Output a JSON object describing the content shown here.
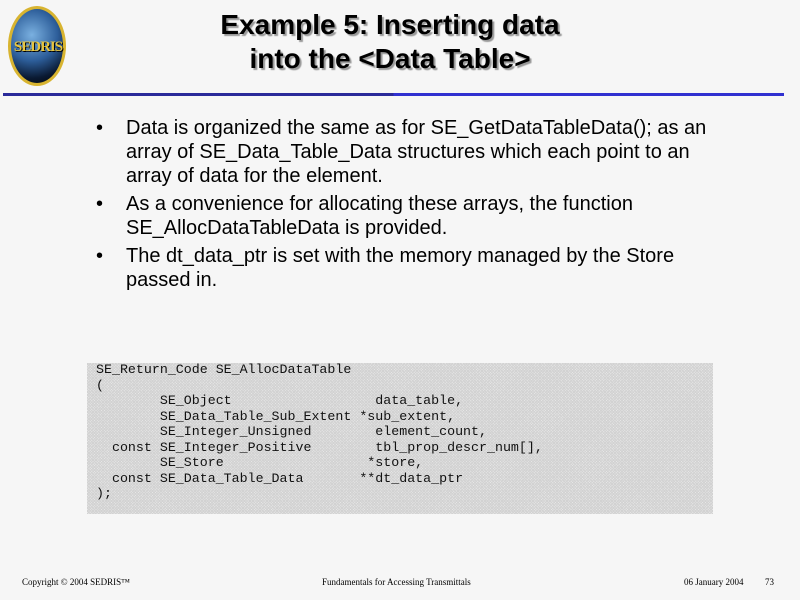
{
  "logo": {
    "text": "SEDRIS"
  },
  "title": {
    "line1": "Example 5: Inserting data",
    "line2": "into the <Data Table>"
  },
  "bullets": [
    "Data is organized the same as for SE_GetDataTableData(); as an array of SE_Data_Table_Data structures which each point to an array of data for the element.",
    "As a convenience for allocating these arrays, the function SE_AllocDataTableData is provided.",
    "The dt_data_ptr is set with the memory managed by the Store passed in."
  ],
  "bullet_symbol": "•",
  "code": "SE_Return_Code SE_AllocDataTable\n(\n        SE_Object                  data_table,\n        SE_Data_Table_Sub_Extent *sub_extent,\n        SE_Integer_Unsigned        element_count,\n  const SE_Integer_Positive        tbl_prop_descr_num[],\n        SE_Store                  *store,\n  const SE_Data_Table_Data       **dt_data_ptr\n);",
  "footer": {
    "copyright": "Copyright © 2004 SEDRIS™",
    "course": "Fundamentals for Accessing Transmittals",
    "date": "06 January 2004",
    "page": "73"
  }
}
